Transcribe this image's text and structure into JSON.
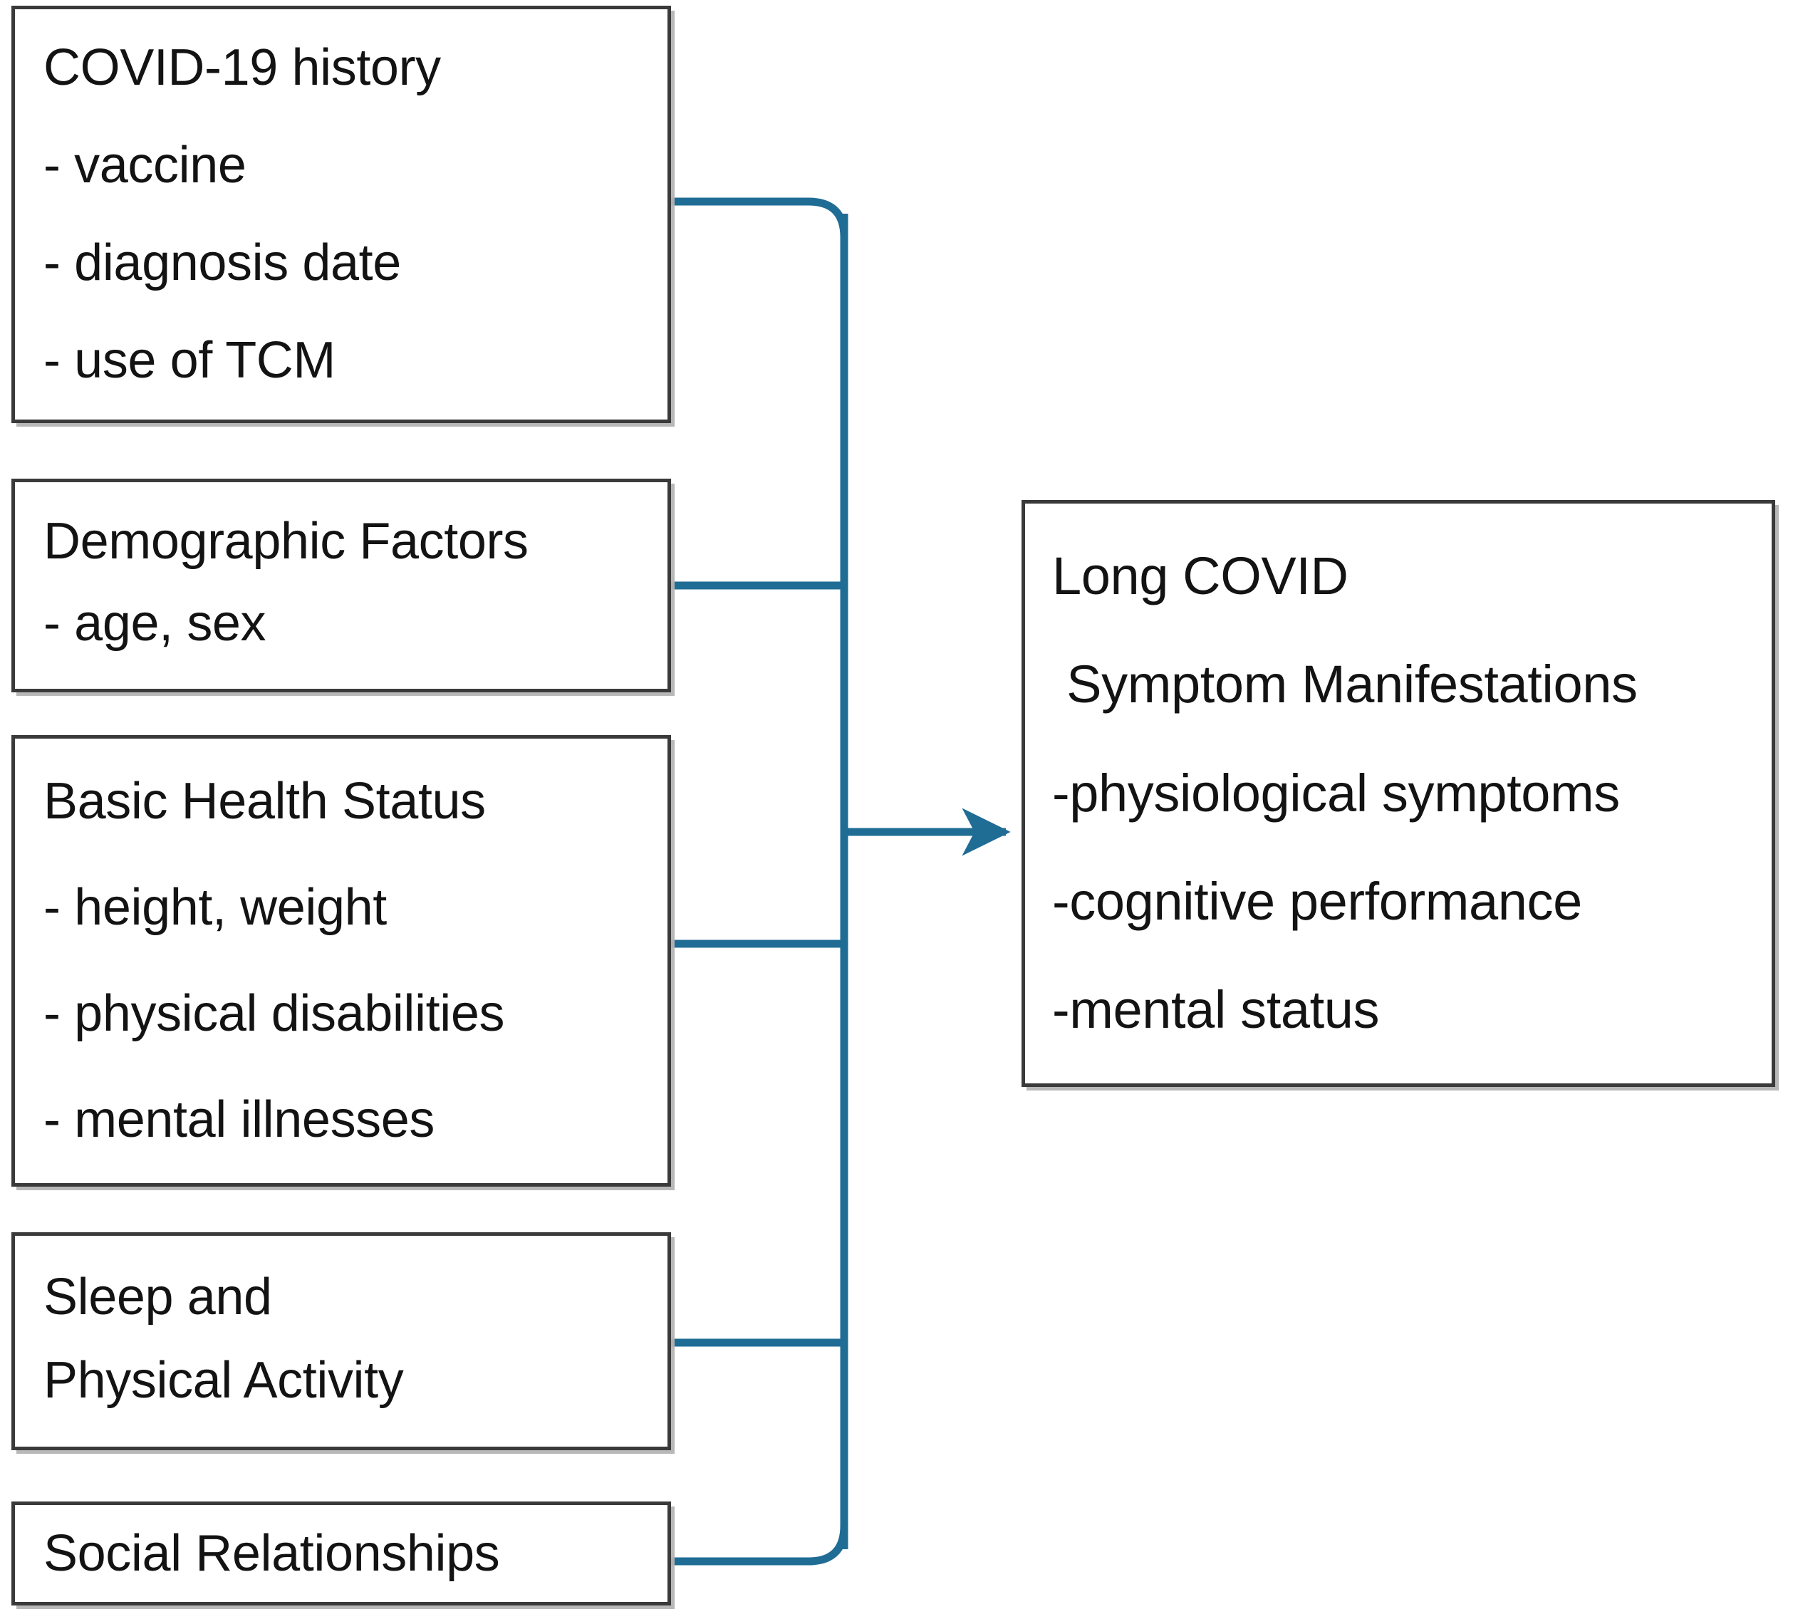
{
  "diagram": {
    "title": "Long COVID factors and outcome flow diagram",
    "accent_color": "#1F6C95",
    "box_border_color": "#3a3a3a",
    "text_color": "#131313",
    "background": "#ffffff"
  },
  "inputs": [
    {
      "id": "covid-history",
      "name": "COVID-19 history",
      "lines": [
        "COVID-19 history",
        "- vaccine",
        "- diagnosis date",
        "- use of TCM"
      ]
    },
    {
      "id": "demographic-factors",
      "name": "Demographic Factors",
      "lines": [
        "Demographic Factors",
        "- age, sex"
      ]
    },
    {
      "id": "basic-health-status",
      "name": "Basic Health Status",
      "lines": [
        "Basic Health Status",
        "- height, weight",
        "- physical disabilities",
        "- mental illnesses"
      ]
    },
    {
      "id": "sleep-physical-activity",
      "name": "Sleep and Physical Activity",
      "lines": [
        "Sleep and",
        "Physical Activity"
      ]
    },
    {
      "id": "social-relationships",
      "name": "Social Relationships",
      "lines": [
        "Social Relationships"
      ]
    }
  ],
  "output": {
    "id": "long-covid-outcomes",
    "name": "Long COVID Symptom Manifestations",
    "lines": [
      "Long COVID",
      " Symptom Manifestations",
      "-physiological symptoms",
      "-cognitive performance",
      "-mental status"
    ]
  },
  "connectors": {
    "arrow_name": "flow-arrow-to-long-covid",
    "trunk_name": "connector-trunk",
    "branch_names": [
      "connector-covid-history",
      "connector-demographic-factors",
      "connector-basic-health-status",
      "connector-sleep-physical-activity",
      "connector-social-relationships"
    ]
  }
}
